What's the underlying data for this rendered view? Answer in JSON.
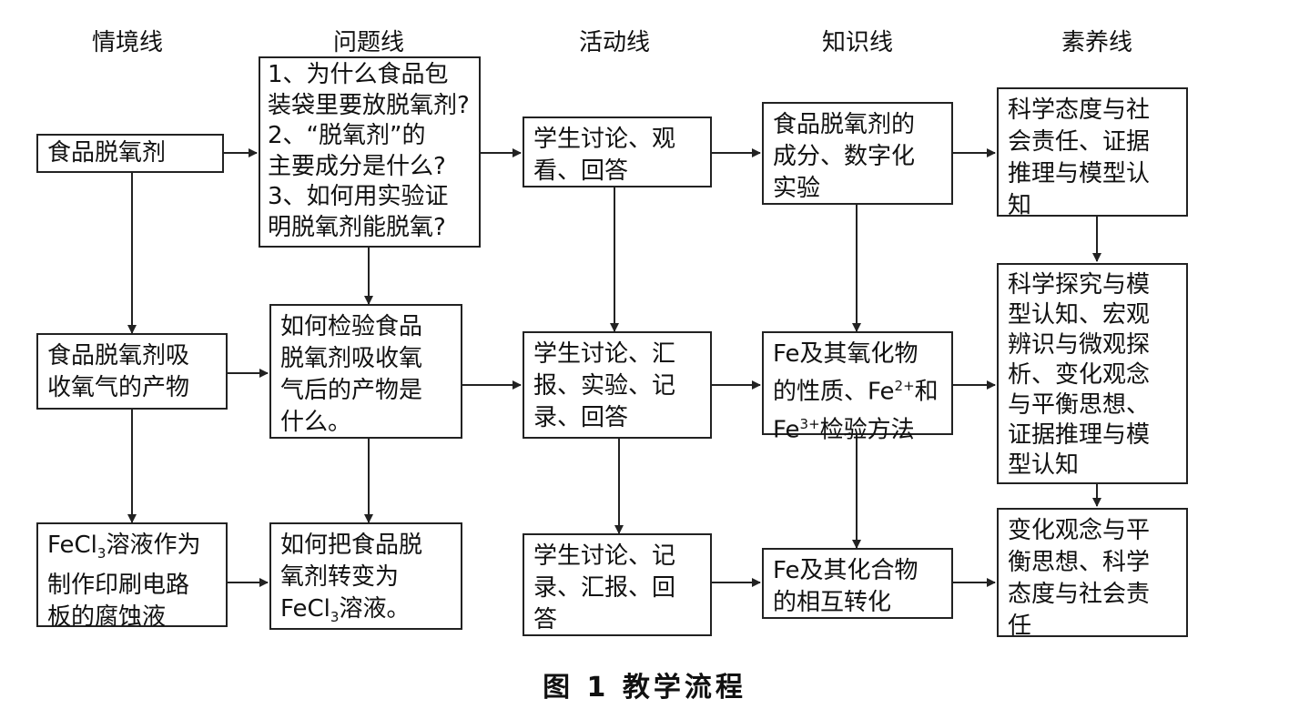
{
  "columns": [
    "情境线",
    "问题线",
    "活动线",
    "知识线",
    "素养线"
  ],
  "boxes": {
    "s1": "食品脱氧剂",
    "s2": "食品脱氧剂吸\n收氧气的产物",
    "s3a": "FeCl",
    "s3b": "3",
    "s3c": "溶液作为\n制作印刷电路\n板的腐蚀液",
    "q1": "1、为什么食品包\n装袋里要放脱氧剂?\n2、“脱氧剂”的\n主要成分是什么?\n3、如何用实验证\n明脱氧剂能脱氧?",
    "q2": "如何检验食品\n脱氧剂吸收氧\n气后的产物是\n什么。",
    "q3a": "如何把食品脱\n氧剂转变为\nFeCl",
    "q3b": "3",
    "q3c": "溶液。",
    "a1": "学生讨论、观\n看、回答",
    "a2": "学生讨论、汇\n报、实验、记\n录、回答",
    "a3": "学生讨论、记\n录、汇报、回\n答",
    "k1": "食品脱氧剂的\n成分、数字化\n实验",
    "k2a": "Fe及其氧化物\n的性质、Fe",
    "k2b": "2+",
    "k2c": "和\nFe",
    "k2d": "3+",
    "k2e": "检验方法",
    "k3": "Fe及其化合物\n的相互转化",
    "c1": "科学态度与社\n会责任、证据\n推理与模型认\n知",
    "c2": "科学探究与模\n型认知、宏观\n辨识与微观探\n析、变化观念\n与平衡思想、\n证据推理与模\n型认知",
    "c3": "变化观念与平\n衡思想、科学\n态度与社会责\n任"
  },
  "caption": "图 1  教学流程"
}
